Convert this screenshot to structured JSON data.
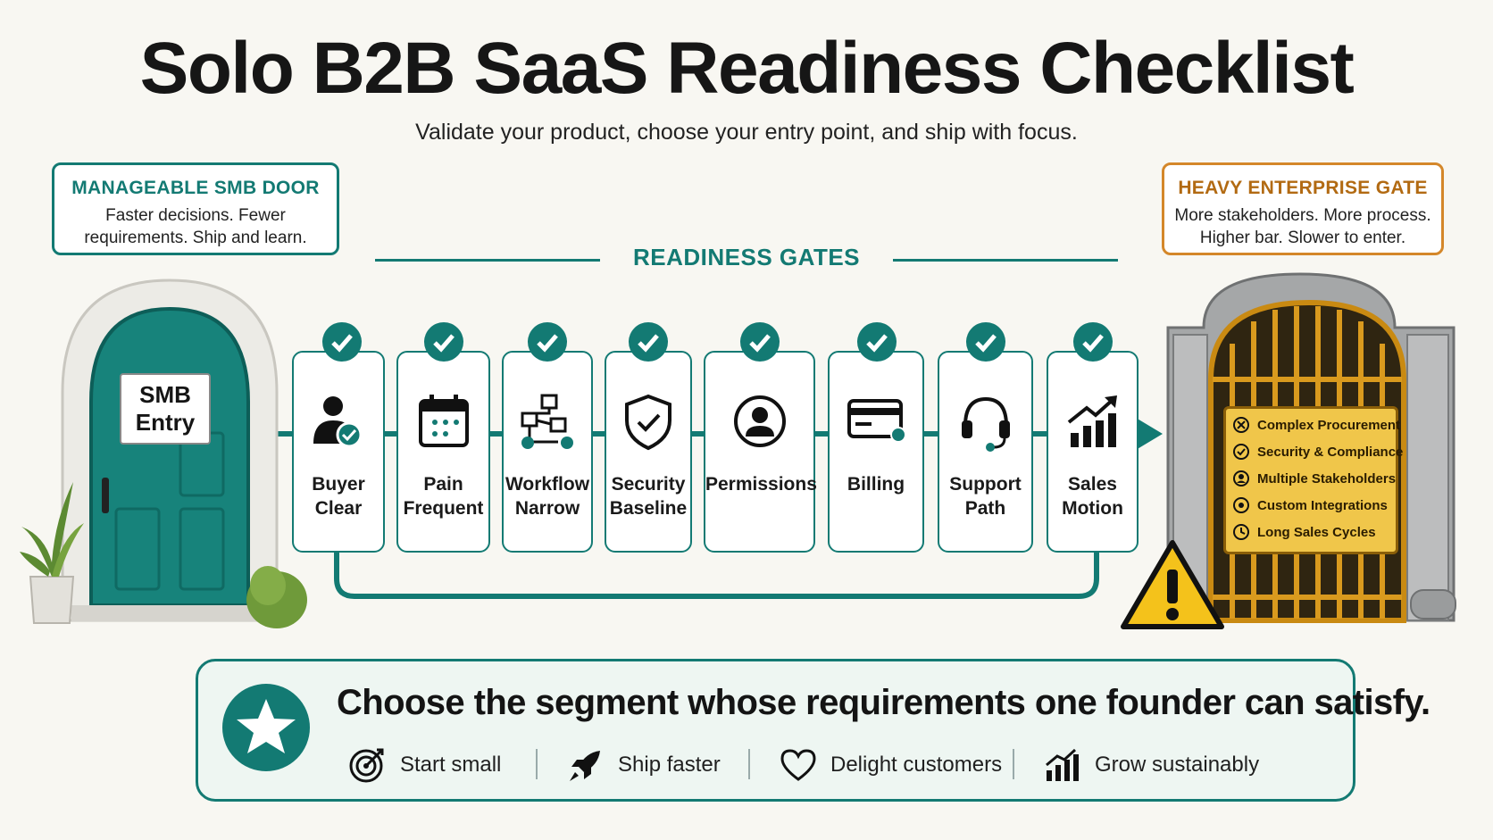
{
  "title": "Solo B2B SaaS Readiness Checklist",
  "subtitle": "Validate your product, choose your entry point, and ship with focus.",
  "smb_callout": {
    "heading": "MANAGEABLE SMB DOOR",
    "body": "Faster decisions. Fewer\nrequirements. Ship and learn."
  },
  "enterprise_callout": {
    "heading": "HEAVY ENTERPRISE GATE",
    "body": "More stakeholders. More process.\nHigher bar. Slower to enter."
  },
  "gates_heading": "READINESS GATES",
  "smb_door": {
    "sign": "SMB\nEntry"
  },
  "gates": [
    {
      "label": "Buyer\nClear",
      "icon": "buyer-icon"
    },
    {
      "label": "Pain\nFrequent",
      "icon": "calendar-icon"
    },
    {
      "label": "Workflow\nNarrow",
      "icon": "workflow-icon"
    },
    {
      "label": "Security\nBaseline",
      "icon": "shield-icon"
    },
    {
      "label": "Permissions",
      "icon": "user-circle-icon"
    },
    {
      "label": "Billing",
      "icon": "credit-card-icon"
    },
    {
      "label": "Support\nPath",
      "icon": "headset-icon"
    },
    {
      "label": "Sales\nMotion",
      "icon": "chart-up-icon"
    }
  ],
  "enterprise_requirements": [
    "Complex Procurement",
    "Security & Compliance",
    "Multiple Stakeholders",
    "Custom Integrations",
    "Long Sales Cycles"
  ],
  "bottom": {
    "tagline": "Choose the segment whose requirements one founder can satisfy.",
    "points": [
      {
        "label": "Start small",
        "icon": "target-icon"
      },
      {
        "label": "Ship faster",
        "icon": "rocket-icon"
      },
      {
        "label": "Delight customers",
        "icon": "heart-icon"
      },
      {
        "label": "Grow sustainably",
        "icon": "growth-chart-icon"
      }
    ]
  },
  "colors": {
    "teal": "#137a73",
    "gold": "#d99a1e",
    "warning": "#f4c21b",
    "background": "#f8f7f2"
  }
}
